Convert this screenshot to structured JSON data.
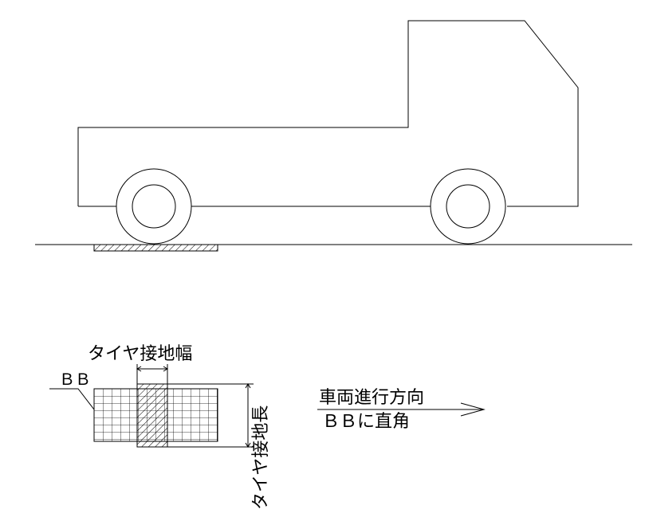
{
  "labels": {
    "tire_contact_width": "タイヤ接地幅",
    "bb": "ＢＢ",
    "tire_contact_length": "タイヤ接地長",
    "travel_direction": "車両進行方向",
    "bb_perpendicular": "ＢＢに直角"
  },
  "colors": {
    "stroke": "#000000",
    "background": "#ffffff"
  },
  "icons": {
    "direction_arrow": "right-arrow-icon"
  }
}
